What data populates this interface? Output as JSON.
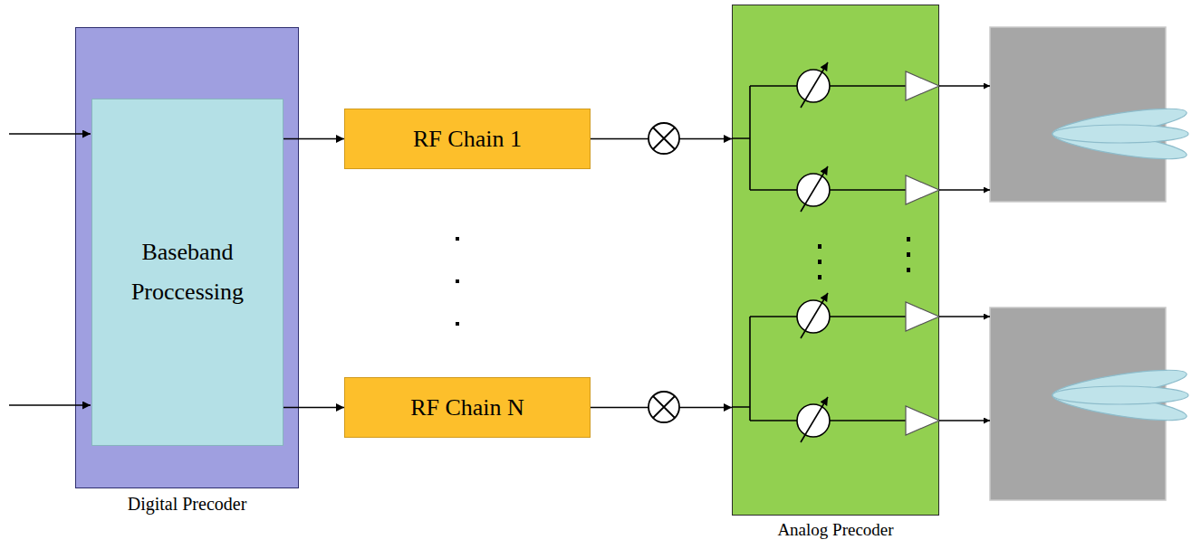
{
  "diagram": {
    "nodes": [
      {
        "text": [
          "Digital Precoder"
        ]
      },
      {
        "text": [
          "Baseband Proccessing"
        ],
        "in": 0
      },
      {
        "text": [
          "RF Chain 1"
        ]
      },
      {
        "text": [
          "RF Chain N"
        ]
      },
      {
        "text": [
          "Analog Precoder"
        ]
      }
    ],
    "edges": [
      {
        "from": 1,
        "to": 2,
        "arrow": "to"
      },
      {
        "from": 1,
        "to": 3,
        "arrow": "to"
      },
      {
        "from": 2,
        "to": 4,
        "arrow": "to"
      },
      {
        "from": 3,
        "to": 4,
        "arrow": "to"
      }
    ]
  }
}
